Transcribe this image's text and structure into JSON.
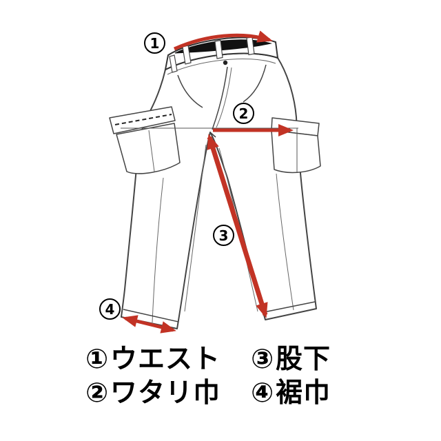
{
  "diagram": {
    "type": "pants-measurement-guide",
    "colors": {
      "arrow_red": "#c23325",
      "line_gray": "#444444",
      "waistband_dark": "#111111",
      "text_black": "#000000",
      "background": "#ffffff"
    },
    "markers": [
      {
        "id": "waist",
        "num": "1"
      },
      {
        "id": "watari",
        "num": "2"
      },
      {
        "id": "inseam",
        "num": "3"
      },
      {
        "id": "hem",
        "num": "4"
      }
    ]
  },
  "legend": {
    "cells": [
      {
        "num": "①",
        "label": "ウエスト"
      },
      {
        "num": "③",
        "label": "股下"
      },
      {
        "num": "②",
        "label": "ワタリ巾"
      },
      {
        "num": "④",
        "label": "裾巾"
      }
    ]
  }
}
